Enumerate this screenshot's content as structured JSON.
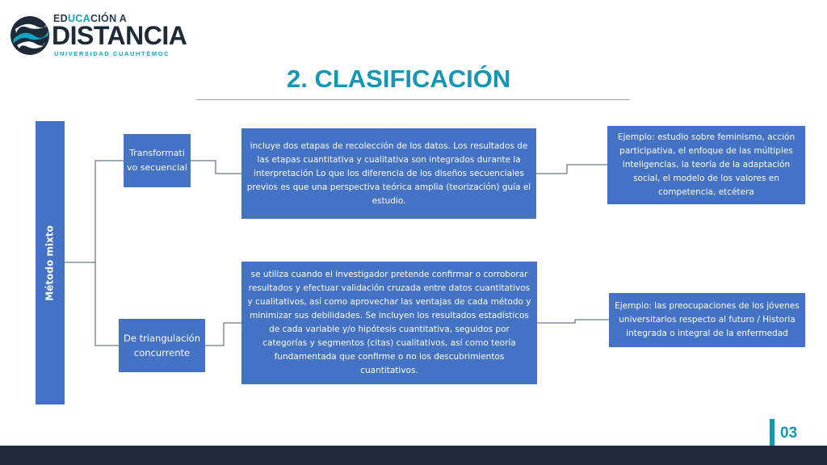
{
  "logo": {
    "line1_pre": "ED",
    "line1_hl": "UCA",
    "line1_post": "CIÓN A",
    "main": "DISTANCIA",
    "sub": "UNIVERSIDAD CUAUHTÉMOC",
    "icon": "wave-circle-icon"
  },
  "title": "2. CLASIFICACIÓN",
  "diagram": {
    "root": "Método   mixto",
    "branches": [
      {
        "name": "Transformativo secuencial",
        "name_display": "Transformati vo secuencial",
        "description": "incluye dos etapas de recolección de los datos. Los resultados de las etapas cuantitativa y cualitativa son integrados durante la interpretación Lo que los diferencia de los diseños secuenciales previos es que una perspectiva teórica amplia (teorización) guía el estudio.",
        "example": "Ejemplo: estudio sobre  feminismo, acción participativa, el enfoque de las múltiples inteligencias, la teoría de la adaptación social, el modelo de los valores en competencia, etcétera"
      },
      {
        "name": "De triangulación concurrente",
        "name_display": "De triangulación concurrente",
        "description": "se utiliza cuando el investigador pretende confirmar o corroborar resultados y efectuar validación cruzada entre datos cuantitativos y cualitativos, así como aprovechar las ventajas de cada método y minimizar sus debilidades. Se incluyen los resultados estadísticos de cada variable y/o hipótesis cuantitativa, seguidos por categorías y segmentos (citas) cualitativos, así como teoría fundamentada que confirme o no los descubrimientos cuantitativos.",
        "example": "Ejemplo: las preocupaciones de  los jóvenes universitarios respecto al futuro  /  Historia  integrada  o integral de la enfermedad"
      }
    ]
  },
  "page_number": "03",
  "colors": {
    "box": "#4472c4",
    "accent": "#1596b7",
    "dark": "#1e2a38"
  }
}
